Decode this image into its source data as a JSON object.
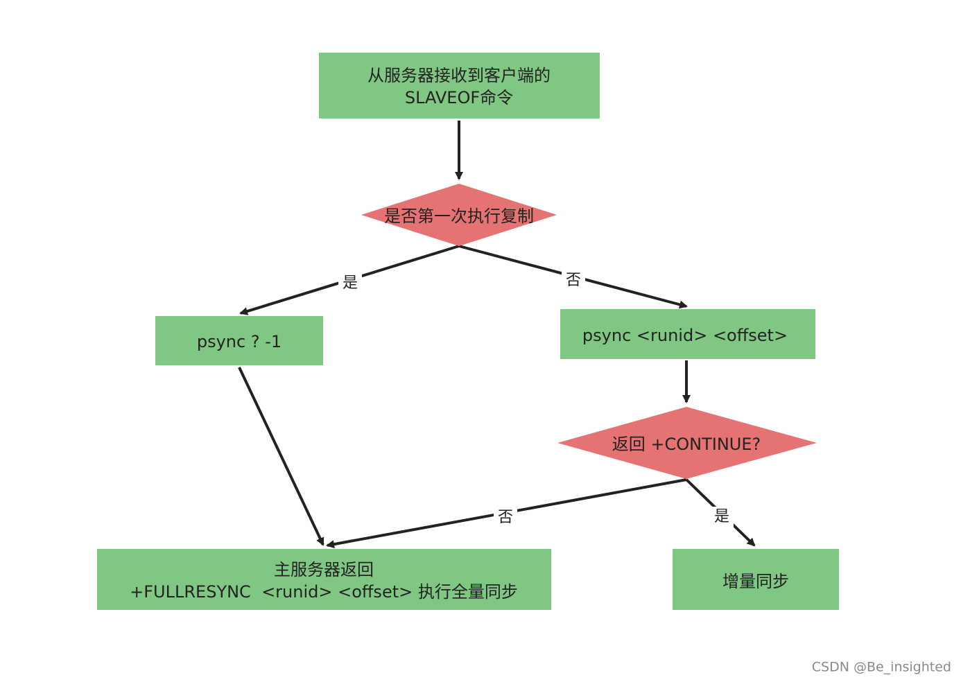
{
  "colors": {
    "process_fill": "#81c784",
    "decision_fill": "#e57373",
    "edge": "#222222",
    "text": "#222222"
  },
  "nodes": {
    "start": {
      "line1": "从服务器接收到客户端的",
      "line2": "SLAVEOF命令"
    },
    "first_time_decision": {
      "label": "是否第一次执行复制"
    },
    "psync_full": {
      "label": "psync ? -1"
    },
    "psync_partial": {
      "label": "psync <runid> <offset>"
    },
    "continue_decision": {
      "label": "返回 +CONTINUE?"
    },
    "full_resync": {
      "line1": "主服务器返回",
      "line2": "+FULLRESYNC  <runid> <offset> 执行全量同步"
    },
    "incremental_sync": {
      "label": "增量同步"
    }
  },
  "edges": {
    "first_yes": "是",
    "first_no": "否",
    "continue_no": "否",
    "continue_yes": "是"
  },
  "watermark": "CSDN @Be_insighted"
}
